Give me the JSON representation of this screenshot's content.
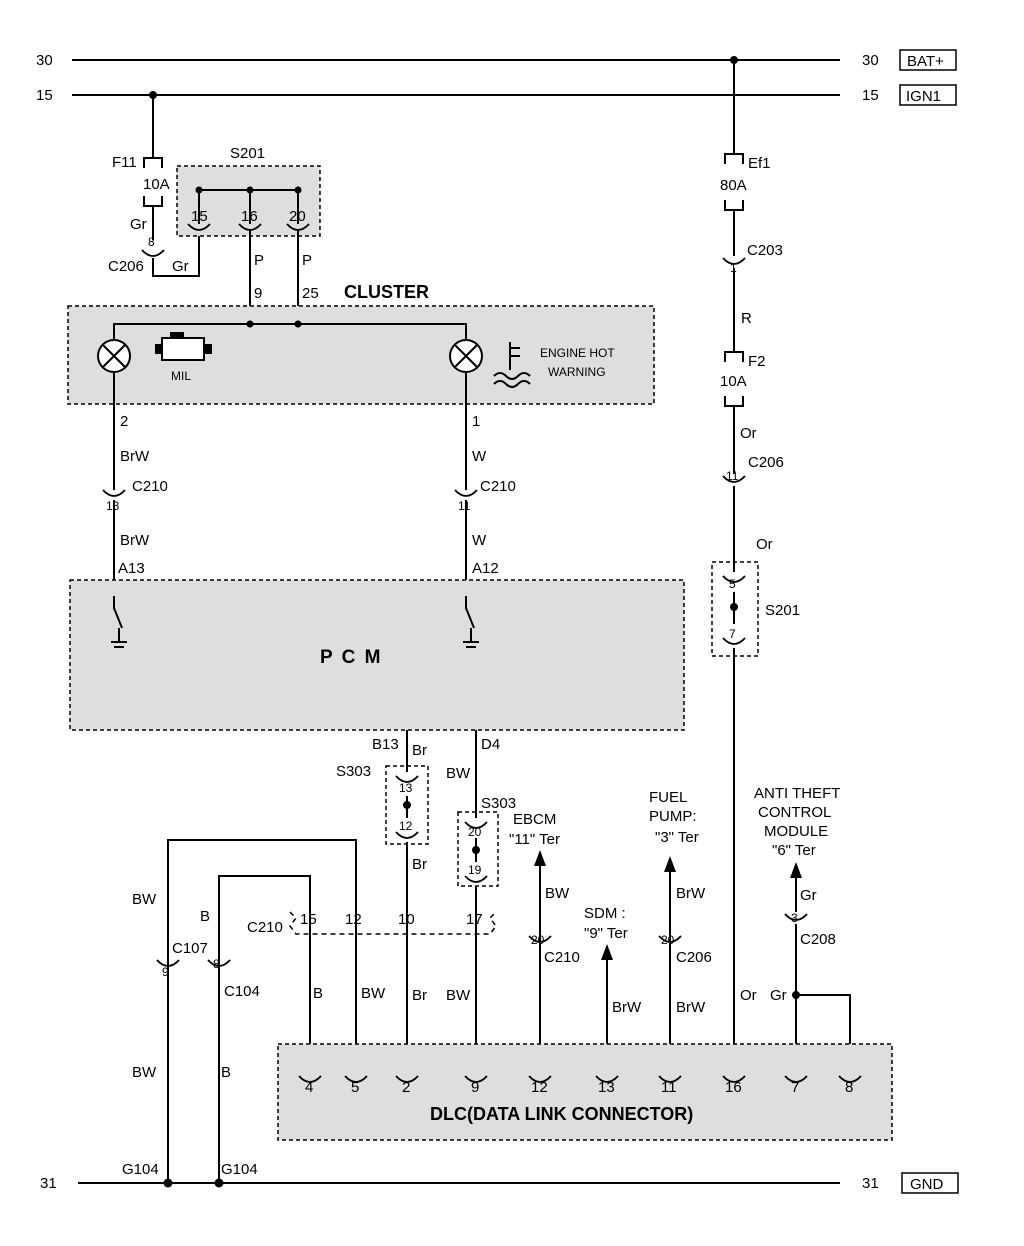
{
  "rails": {
    "bat_left": "30",
    "bat_right": "30",
    "bat_label": "BAT+",
    "ign_left": "15",
    "ign_right": "15",
    "ign_label": "IGN1",
    "gnd_left": "31",
    "gnd_right": "31",
    "gnd_label": "GND"
  },
  "fuses": {
    "f11": "F11",
    "f11_amp": "10A",
    "ef1": "Ef1",
    "ef1_amp": "80A",
    "f2": "F2",
    "f2_amp": "10A"
  },
  "s201_top": {
    "label": "S201",
    "pins": [
      "15",
      "16",
      "20"
    ]
  },
  "cluster": {
    "title": "CLUSTER",
    "mil": "MIL",
    "engine_hot_1": "ENGINE HOT",
    "engine_hot_2": "WARNING",
    "pin_9": "9",
    "pin_25": "25",
    "pin_2": "2",
    "pin_1": "1"
  },
  "pcm": {
    "title": "P C M",
    "a13": "A13",
    "a12": "A12",
    "b13": "B13",
    "d4": "D4"
  },
  "connectors": {
    "c206_left": "C206",
    "c206_left_pin": "8",
    "c210_13": "C210",
    "c210_13_pin": "13",
    "c210_11": "C210",
    "c210_11_pin": "11",
    "c203": "C203",
    "c203_pin": "1",
    "c206_right": "C206",
    "c206_right_pin": "11",
    "s201_right": "S201",
    "s201_right_pin_top": "5",
    "s201_right_pin_bot": "7",
    "s303_left": "S303",
    "s303_left_pin_top": "13",
    "s303_left_pin_bot": "12",
    "s303_right": "S303",
    "s303_right_pin_top": "20",
    "s303_right_pin_bot": "19",
    "c107": "C107",
    "c107_pin": "9",
    "c104": "C104",
    "c104_pin": "8",
    "c210_row": "C210",
    "c210_row_pins": [
      "15",
      "12",
      "10",
      "17"
    ],
    "c210_ebcm": "C210",
    "c210_ebcm_pin": "20",
    "c206_fuel": "C206",
    "c206_fuel_pin": "20",
    "c208": "C208",
    "c208_pin": "3"
  },
  "wires": {
    "gr1": "Gr",
    "gr2": "Gr",
    "p1": "P",
    "p2": "P",
    "brw1": "BrW",
    "brw2": "BrW",
    "w1": "W",
    "w2": "W",
    "r": "R",
    "or1": "Or",
    "or2": "Or",
    "or3": "Or",
    "br1": "Br",
    "br2": "Br",
    "br3": "Br",
    "bw_d4": "BW",
    "bw1": "BW",
    "bw2": "BW",
    "bw3": "BW",
    "bw4": "BW",
    "bw5": "BW",
    "b1": "B",
    "b2": "B",
    "b3": "B",
    "brw_sdm": "BrW",
    "brw_fuel1": "BrW",
    "brw_fuel2": "BrW",
    "gr_atc1": "Gr",
    "gr_atc2": "Gr"
  },
  "modules": {
    "ebcm_1": "EBCM",
    "ebcm_2": "\"11\" Ter",
    "sdm_1": "SDM :",
    "sdm_2": "\"9\" Ter",
    "fuel_1": "FUEL",
    "fuel_2": "PUMP:",
    "fuel_3": "\"3\" Ter",
    "atc_1": "ANTI THEFT",
    "atc_2": "CONTROL",
    "atc_3": "MODULE",
    "atc_4": "\"6\" Ter"
  },
  "dlc": {
    "title": "DLC(DATA LINK CONNECTOR)",
    "pins": [
      "4",
      "5",
      "2",
      "9",
      "12",
      "13",
      "11",
      "16",
      "7",
      "8"
    ]
  },
  "grounds": {
    "g104a": "G104",
    "g104b": "G104"
  }
}
